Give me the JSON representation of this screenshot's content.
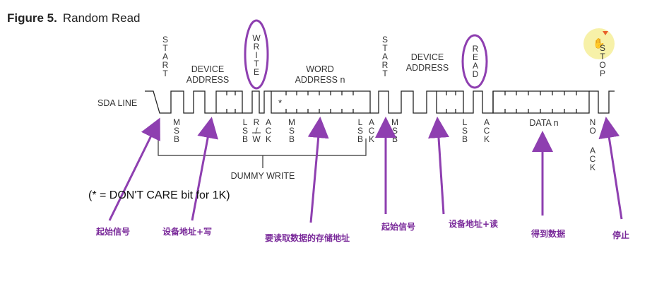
{
  "figure": {
    "number": "Figure 5.",
    "title": "Random Read"
  },
  "sda_label": "SDA LINE",
  "top_labels": {
    "start1": "START",
    "device_address1": [
      "DEVICE",
      "ADDRESS"
    ],
    "write": "WRITE",
    "word_address": [
      "WORD",
      "ADDRESS n"
    ],
    "start2": "START",
    "device_address2": [
      "DEVICE",
      "ADDRESS"
    ],
    "read": "READ",
    "stop": "STOP"
  },
  "bottom_labels": {
    "msb1": "MSB",
    "lsb1": "LSB",
    "rw": "R/W",
    "ack1": "ACK",
    "msb2": "MSB",
    "lsb2": "LSB",
    "ack2": "ACK",
    "msb3": "MSB",
    "lsb3": "LSB",
    "ack3": "ACK",
    "data": "DATA n",
    "no": "NO",
    "ack4": "ACK"
  },
  "dont_care_mark": "*",
  "dummy_write": "DUMMY WRITE",
  "footnote": "(* = DON'T CARE bit for 1K)",
  "annotations": {
    "a1": "起始信号",
    "a2": "设备地址+写",
    "a3": "要读取数据的存储地址",
    "a4": "起始信号",
    "a5": "设备地址+读",
    "a6": "得到数据",
    "a7": "停止"
  },
  "colors": {
    "annotation": "#8e3fb0",
    "highlight": "#f7f1a8",
    "cursor_arrow": "#e8602a"
  }
}
